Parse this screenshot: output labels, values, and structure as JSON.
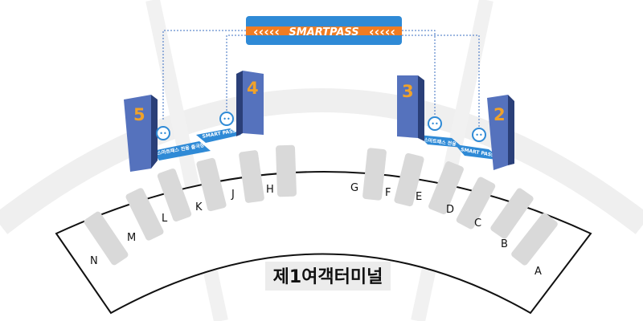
{
  "colors": {
    "terminal_fill": "#ffffff",
    "terminal_stroke": "#111111",
    "gate_counter": "#d9d9d9",
    "pillar_front": "#5572bd",
    "pillar_side": "#2a3f78",
    "pillar_number": "#f0a22a",
    "banner": "#2f8ad6",
    "banner_stripe": "#f07c22",
    "guide_line": "#3b6fc2",
    "background_arc": "#eeeeee"
  },
  "smartpass_logo": {
    "text": "SMARTPASS",
    "chevrons_left": "‹‹‹‹‹",
    "chevrons_right": "‹‹‹‹‹"
  },
  "terminal": {
    "name": "제1여객터미널"
  },
  "gates": [
    {
      "name": "A"
    },
    {
      "name": "B"
    },
    {
      "name": "C"
    },
    {
      "name": "D"
    },
    {
      "name": "E"
    },
    {
      "name": "F"
    },
    {
      "name": "G"
    },
    {
      "name": "H"
    },
    {
      "name": "J"
    },
    {
      "name": "K"
    },
    {
      "name": "L"
    },
    {
      "name": "M"
    },
    {
      "name": "N"
    }
  ],
  "smartpass_gates": [
    {
      "number": "5",
      "floor_text": "스마트패스 전용 출국장",
      "icon": "footprints-icon"
    },
    {
      "number": "4",
      "floor_text": "SMART PASS",
      "icon": "footprints-icon"
    },
    {
      "number": "3",
      "floor_text": "스마트패스 전용",
      "icon": "footprints-icon"
    },
    {
      "number": "2",
      "floor_text": "SMART PASS",
      "icon": "footprints-icon"
    }
  ]
}
